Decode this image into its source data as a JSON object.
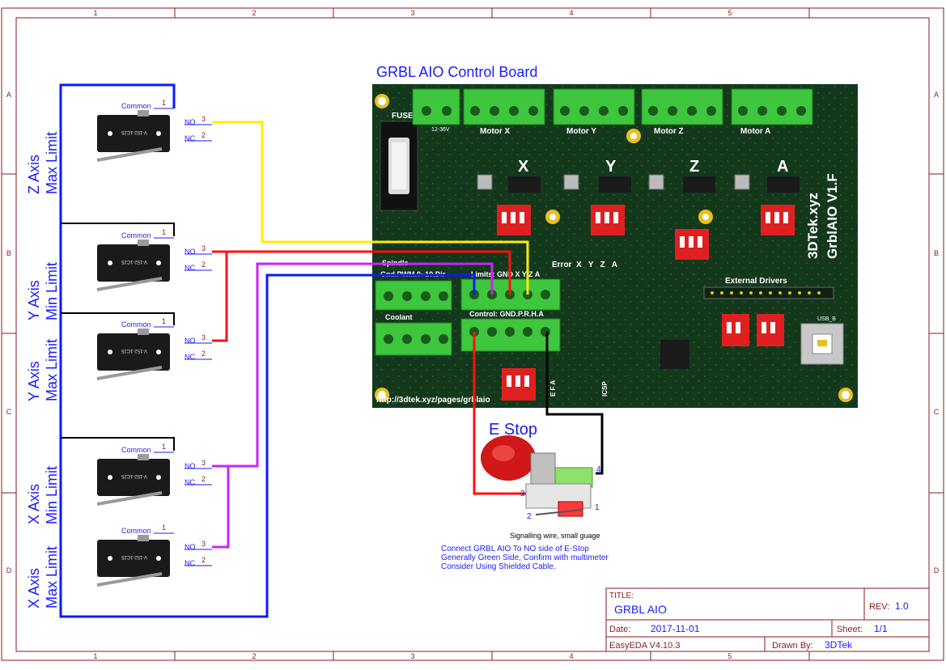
{
  "border": {
    "cols": [
      "1",
      "2",
      "3",
      "4",
      "5"
    ],
    "rows": [
      "A",
      "B",
      "C",
      "D"
    ]
  },
  "board": {
    "title": "GRBL AIO Control Board",
    "vertical_name": "3DTek.xyz",
    "vertical_model": "GrblAIO V1.F",
    "fuse": "FUSE",
    "voltage": "12-36V",
    "motors": [
      "Motor X",
      "Motor Y",
      "Motor Z",
      "Motor A"
    ],
    "axis_letters": [
      "X",
      "Y",
      "Z",
      "A"
    ],
    "spindle": "Spindle",
    "spindle_pins": "Gnd.PWM.0~10.Dir",
    "coolant": "Coolant",
    "limits": "Limits: GND X Y Z A",
    "control": "Control: GND.P.R.H.A",
    "error": "Error  X   Y   Z   A",
    "external": "External Drivers",
    "url": "http://3dtek.xyz/pages/grblaio",
    "usb": "USB_B",
    "icsp": "ICSP",
    "efa": "E F A"
  },
  "switches": [
    {
      "axis": "Z Axis",
      "kind": "Max Limit",
      "pins": {
        "common": "Common",
        "p1": "1",
        "no": "NO",
        "p3": "3",
        "nc": "NC",
        "p2": "2"
      }
    },
    {
      "axis": "Y Axis",
      "kind": "Min Limit",
      "pins": {
        "common": "Common",
        "p1": "1",
        "no": "NO",
        "p3": "3",
        "nc": "NC",
        "p2": "2"
      }
    },
    {
      "axis": "Y Axis",
      "kind": "Max Limit",
      "pins": {
        "common": "Common",
        "p1": "1",
        "no": "NO",
        "p3": "3",
        "nc": "NC",
        "p2": "2"
      }
    },
    {
      "axis": "X Axis",
      "kind": "Min Limit",
      "pins": {
        "common": "Common",
        "p1": "1",
        "no": "NO",
        "p3": "3",
        "nc": "NC",
        "p2": "2"
      }
    },
    {
      "axis": "X Axis",
      "kind": "Max Limit",
      "pins": {
        "common": "Common",
        "p1": "1",
        "no": "NO",
        "p3": "3",
        "nc": "NC",
        "p2": "2"
      }
    }
  ],
  "switch_body_text": "V-152-1C25",
  "estop": {
    "title": "E Stop",
    "pin_labels": [
      "4",
      "3",
      "2",
      "1"
    ],
    "caption": "Signalling wire, small guage",
    "notes": [
      "Connect GRBL AIO To NO side of E-Stop",
      "Generally Green Side, Confirm with multimeter",
      "Consider Using Shielded Cable."
    ]
  },
  "title_block": {
    "title_label": "TITLE:",
    "title": "GRBL AIO",
    "rev_label": "REV:",
    "rev": "1.0",
    "date_label": "Date:",
    "date": "2017-11-01",
    "sheet_label": "Sheet:",
    "sheet": "1/1",
    "tool": "EasyEDA V4.10.3",
    "drawn_label": "Drawn By:",
    "drawn_by": "3DTek"
  },
  "colors": {
    "border": "#8b1a1a",
    "label_blue": "#1a1aff",
    "wire_blue": "#0a1aff",
    "wire_yellow": "#ffee00",
    "wire_red": "#ff1010",
    "wire_purple": "#cc22ff",
    "wire_black": "#000000",
    "pcb": "#14381c",
    "terminal": "#3ec63e"
  }
}
